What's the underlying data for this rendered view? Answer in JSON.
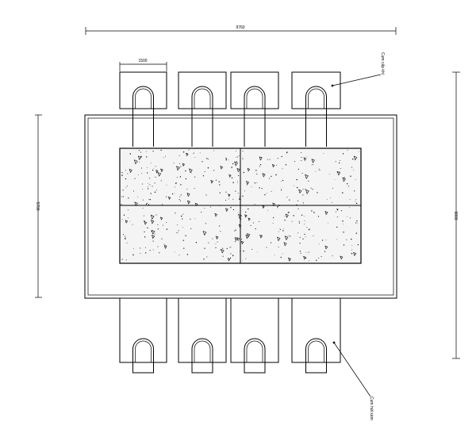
{
  "dimensions": {
    "overall_width": "9760",
    "module_width": "1500",
    "left_height": "5700",
    "right_height": "9000"
  },
  "labels": {
    "top_callout": "Cụm cấp khí",
    "bottom_callout": "Cụm hút xám"
  },
  "modules": {
    "top": [
      "inlet-1",
      "inlet-2",
      "inlet-3",
      "inlet-4"
    ],
    "bottom": [
      "outlet-1",
      "outlet-2",
      "outlet-3",
      "outlet-4"
    ]
  },
  "colors": {
    "line": "#000000",
    "fill": "#ffffff",
    "slab": "#f4f4f4"
  }
}
